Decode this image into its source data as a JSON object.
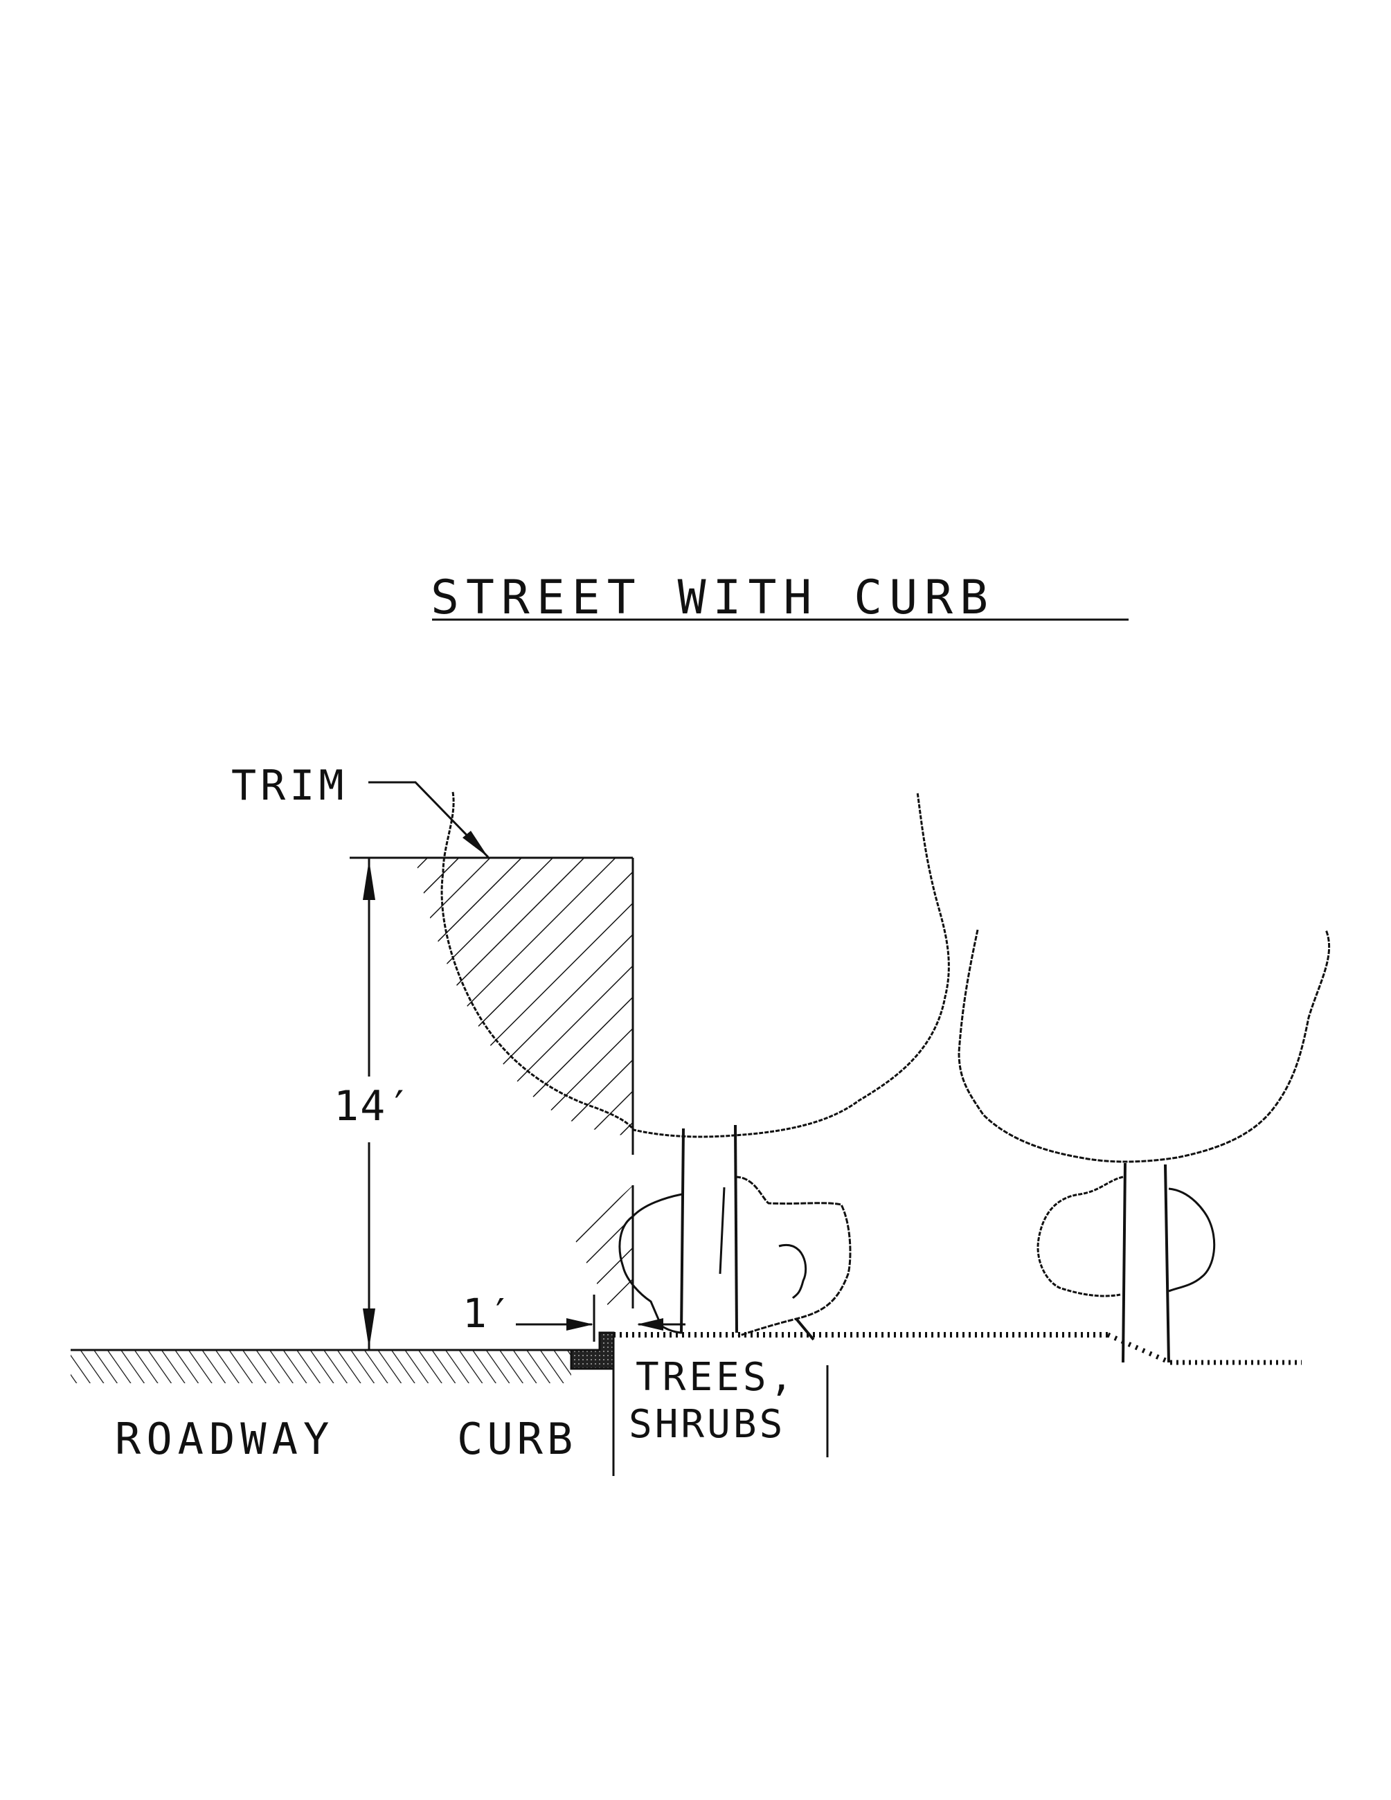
{
  "drawing": {
    "title": "STREET WITH CURB",
    "annotations": {
      "trim_label": "TRIM",
      "clearance_height": "14′",
      "setback_distance": "1′"
    },
    "zones": {
      "roadway": "ROADWAY",
      "curb": "CURB",
      "trees_line1": "TREES,",
      "trees_line2": "SHRUBS"
    },
    "colors": {
      "ink": "#111111",
      "background": "#ffffff"
    }
  }
}
